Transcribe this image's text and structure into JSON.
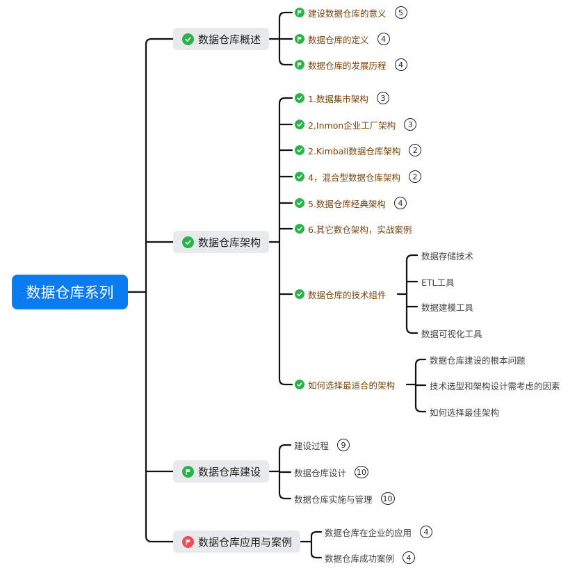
{
  "root": {
    "label": "数据仓库系列"
  },
  "branches": [
    {
      "label": "数据仓库概述",
      "icon": "check-icon",
      "children": [
        {
          "label": "建设数据仓库的意义",
          "icon": "flag-icon",
          "count": "5"
        },
        {
          "label": "数据仓库的定义",
          "icon": "flag-icon",
          "count": "4"
        },
        {
          "label": "数据仓库的发展历程",
          "icon": "flag-icon",
          "count": "4"
        }
      ]
    },
    {
      "label": "数据仓库架构",
      "icon": "check-icon",
      "children": [
        {
          "label": "1.数据集市架构",
          "icon": "check-icon",
          "count": "3"
        },
        {
          "label": "2,Inmon企业工厂架构",
          "icon": "check-icon",
          "count": "3"
        },
        {
          "label": "2.Kimball数据仓库架构",
          "icon": "check-icon",
          "count": "2"
        },
        {
          "label": "4，混合型数据仓库架构",
          "icon": "check-icon",
          "count": "2"
        },
        {
          "label": "5.数据仓库经典架构",
          "icon": "check-icon",
          "count": "4"
        },
        {
          "label": "6.其它数仓架构，实战案例",
          "icon": "check-icon"
        },
        {
          "label": "数据仓库的技术组件",
          "icon": "check-icon",
          "children": [
            {
              "label": "数据存储技术"
            },
            {
              "label": "ETL工具"
            },
            {
              "label": "数据建模工具"
            },
            {
              "label": "数据可视化工具"
            }
          ]
        },
        {
          "label": "如何选择最适合的架构",
          "icon": "check-icon",
          "children": [
            {
              "label": "数据仓库建设的根本问题"
            },
            {
              "label": "技术选型和架构设计需考虑的因素"
            },
            {
              "label": "如何选择最佳架构"
            }
          ]
        }
      ]
    },
    {
      "label": "数据仓库建设",
      "icon": "flag-icon",
      "children": [
        {
          "label": "建设过程",
          "count": "9"
        },
        {
          "label": "数据仓库设计",
          "count": "10"
        },
        {
          "label": "数据仓库实施与管理",
          "count": "10"
        }
      ]
    },
    {
      "label": "数据仓库应用与案例",
      "icon": "red-flag-icon",
      "children": [
        {
          "label": "数据仓库在企业的应用",
          "count": "4"
        },
        {
          "label": "数据仓库成功案例",
          "count": "4"
        }
      ]
    }
  ],
  "colors": {
    "root": "#0b7cf0",
    "pill": "#e7e9ec",
    "green": "#2bb34a",
    "red": "#f04a5a",
    "leaf_text": "#7a4512",
    "line": "#111111"
  }
}
